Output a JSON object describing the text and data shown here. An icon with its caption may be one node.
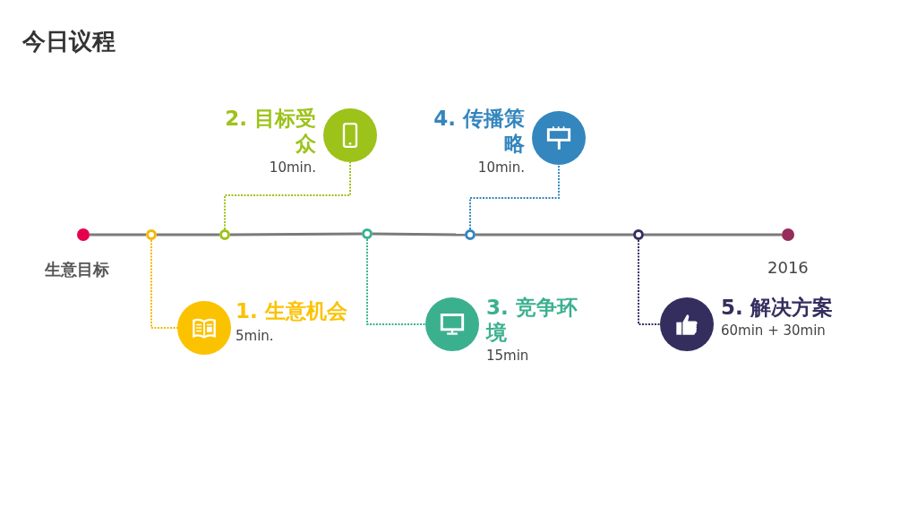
{
  "diagram": {
    "title": "今日议程",
    "nodes": [
      {
        "text": [],
        "shape": "circle",
        "beside": [
          "生意目标"
        ]
      },
      {
        "text": [],
        "shape": "circle"
      },
      {
        "text": [],
        "shape": "circle"
      },
      {
        "text": [],
        "shape": "circle"
      },
      {
        "text": [],
        "shape": "circle"
      },
      {
        "text": [],
        "shape": "circle"
      },
      {
        "text": [],
        "shape": "circle",
        "beside": [
          "2016"
        ]
      },
      {
        "text": [
          "2. 目标受众"
        ],
        "beside": [
          "10min."
        ]
      },
      {
        "text": [
          "4. 传播策略"
        ],
        "beside": [
          "10min."
        ]
      },
      {
        "text": [
          "1. 生意机会"
        ],
        "beside": [
          "5min."
        ]
      },
      {
        "text": [
          "3. 竞争环境"
        ],
        "beside": [
          "15min"
        ]
      },
      {
        "text": [
          "5. 解决方案"
        ],
        "beside": [
          "60min + 30min"
        ]
      }
    ],
    "edges": [
      {
        "from": 0,
        "to": 1,
        "arrow": "none"
      },
      {
        "from": 1,
        "to": 2,
        "arrow": "none"
      },
      {
        "from": 2,
        "to": 3,
        "arrow": "none"
      },
      {
        "from": 3,
        "to": 4,
        "arrow": "none"
      },
      {
        "from": 4,
        "to": 5,
        "arrow": "none"
      },
      {
        "from": 5,
        "to": 6,
        "arrow": "none"
      },
      {
        "from": 1,
        "to": 9,
        "arrow": "none",
        "style": "dashed",
        "color": "#f5b800"
      },
      {
        "from": 2,
        "to": 7,
        "arrow": "none",
        "style": "dashed",
        "color": "#9dc21a"
      },
      {
        "from": 3,
        "to": 10,
        "arrow": "none",
        "style": "dashed",
        "color": "#3bb08f"
      },
      {
        "from": 4,
        "to": 8,
        "arrow": "none",
        "style": "dashed",
        "color": "#3486be"
      },
      {
        "from": 5,
        "to": 11,
        "arrow": "none",
        "style": "dashed",
        "color": "#342e5e"
      }
    ]
  }
}
